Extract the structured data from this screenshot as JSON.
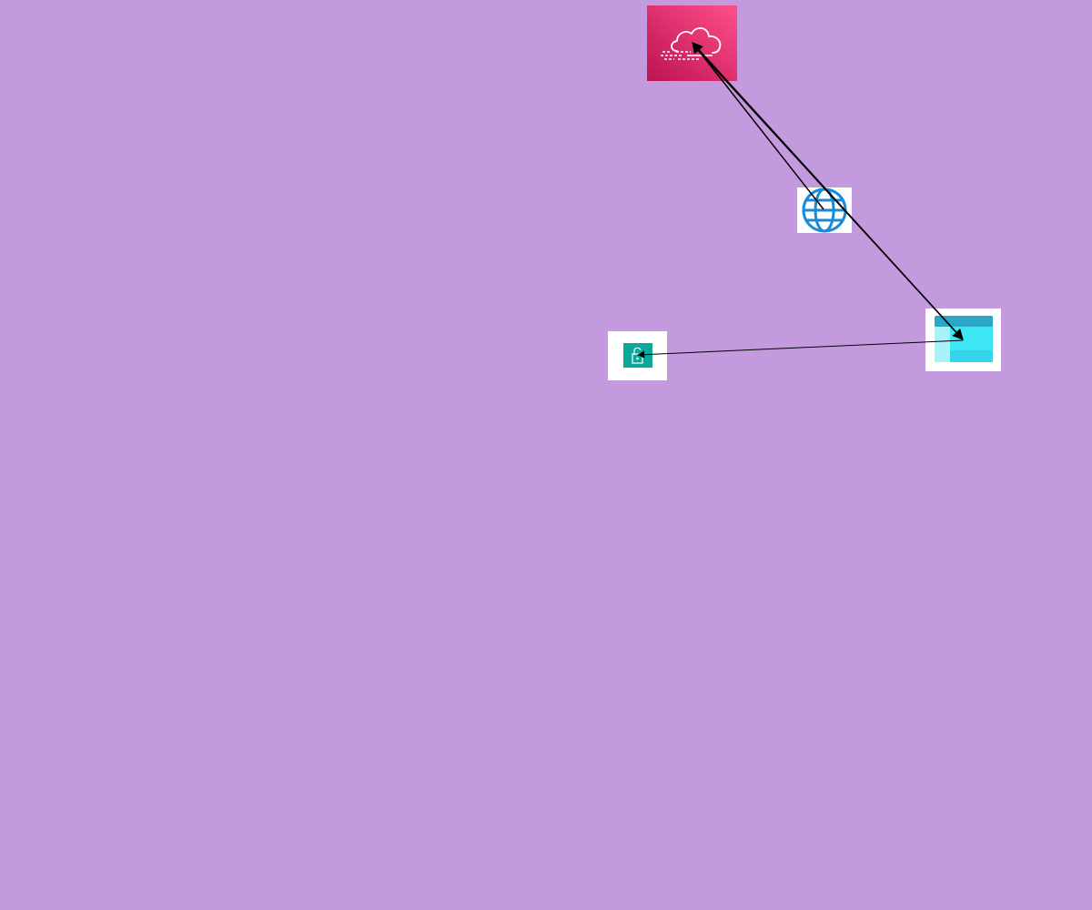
{
  "diagram": {
    "background_color": "#c39ade",
    "nodes": [
      {
        "id": "cloud",
        "icon": "cloud-storage-icon",
        "color": "#d6246a"
      },
      {
        "id": "globe",
        "icon": "globe-icon",
        "color": "#1a8ad8"
      },
      {
        "id": "window",
        "icon": "browser-window-icon",
        "color": "#3ee6f4"
      },
      {
        "id": "lock",
        "icon": "unlocked-padlock-icon",
        "color": "#0aa89a"
      }
    ],
    "edges": [
      {
        "from": "globe",
        "to": "cloud"
      },
      {
        "from": "window",
        "to": "cloud"
      },
      {
        "from": "cloud",
        "to": "window"
      },
      {
        "from": "window",
        "to": "lock"
      }
    ],
    "edge_color": "#000000"
  }
}
